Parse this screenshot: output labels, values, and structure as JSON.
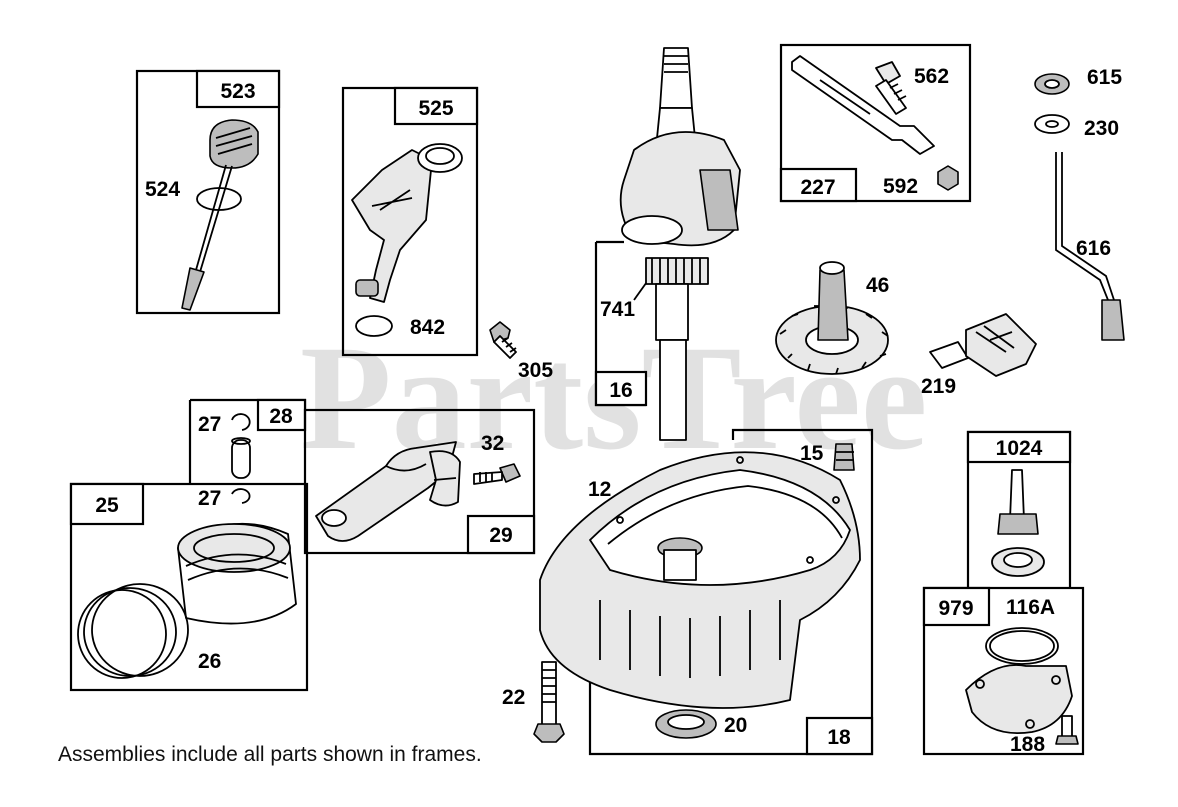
{
  "diagram": {
    "watermark": "PartsTree",
    "caption": "Assemblies include all parts shown in frames.",
    "frame_tags": {
      "f523": "523",
      "f525": "525",
      "f16": "16",
      "f227": "227",
      "f28": "28",
      "f29": "29",
      "f25": "25",
      "f18": "18",
      "f1024": "1024",
      "f979": "979"
    },
    "part_labels": {
      "p524": "524",
      "p842": "842",
      "p305": "305",
      "p741": "741",
      "p562": "562",
      "p592": "592",
      "p615": "615",
      "p230": "230",
      "p616": "616",
      "p46": "46",
      "p219": "219",
      "p27a": "27",
      "p27b": "27",
      "p32": "32",
      "p26": "26",
      "p15": "15",
      "p12": "12",
      "p22": "22",
      "p20": "20",
      "p116a": "116A",
      "p188": "188"
    }
  }
}
